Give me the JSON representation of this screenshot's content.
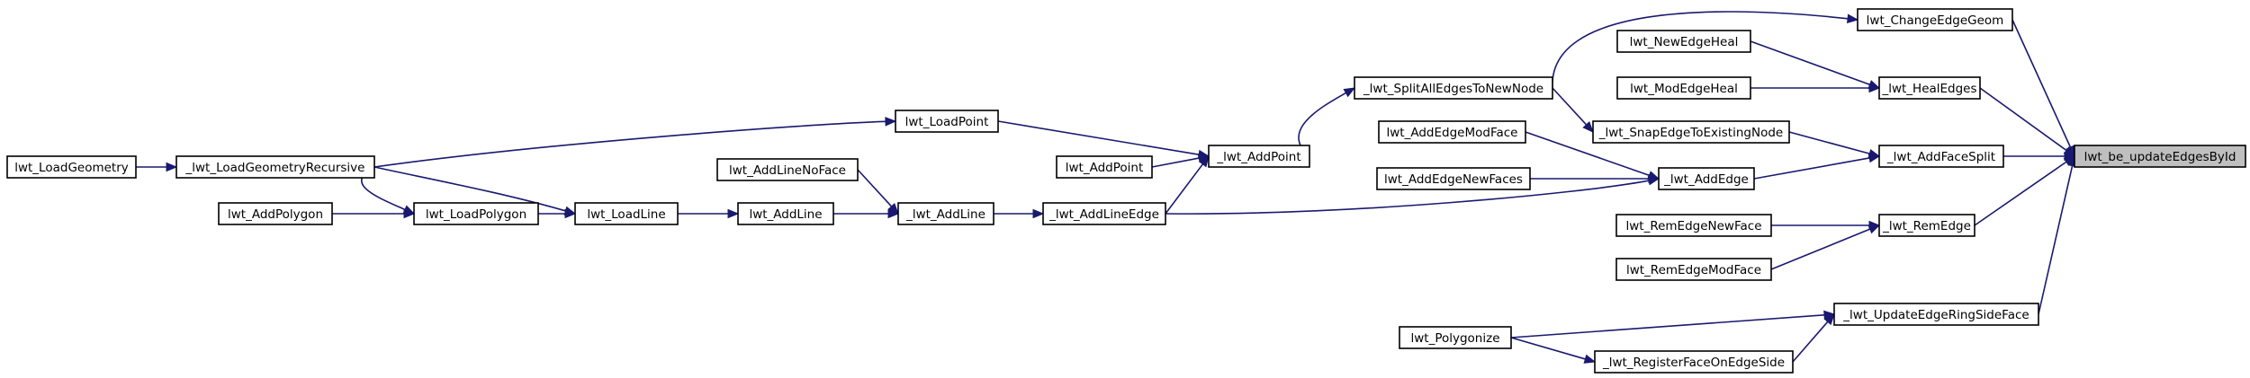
{
  "graph": {
    "title": "",
    "root": "lwt_be_updateEdgesById",
    "colors": {
      "edge": "#191970",
      "root_fill": "#bfbfbf",
      "node_fill": "#ffffff",
      "node_stroke": "#000000"
    },
    "nodes": [
      {
        "id": "lwt_be_updateEdgesById",
        "label": "lwt_be_updateEdgesById",
        "root": true
      },
      {
        "id": "_lwt_AddFaceSplit",
        "label": "_lwt_AddFaceSplit"
      },
      {
        "id": "_lwt_HealEdges",
        "label": "_lwt_HealEdges"
      },
      {
        "id": "_lwt_RemEdge",
        "label": "_lwt_RemEdge"
      },
      {
        "id": "_lwt_UpdateEdgeRingSideFace",
        "label": "_lwt_UpdateEdgeRingSideFace"
      },
      {
        "id": "lwt_ChangeEdgeGeom",
        "label": "lwt_ChangeEdgeGeom"
      },
      {
        "id": "lwt_NewEdgeHeal",
        "label": "lwt_NewEdgeHeal"
      },
      {
        "id": "lwt_ModEdgeHeal",
        "label": "lwt_ModEdgeHeal"
      },
      {
        "id": "_lwt_SplitAllEdgesToNewNode",
        "label": "_lwt_SplitAllEdgesToNewNode"
      },
      {
        "id": "_lwt_SnapEdgeToExistingNode",
        "label": "_lwt_SnapEdgeToExistingNode"
      },
      {
        "id": "_lwt_AddEdge",
        "label": "_lwt_AddEdge"
      },
      {
        "id": "lwt_AddEdgeModFace",
        "label": "lwt_AddEdgeModFace"
      },
      {
        "id": "lwt_AddEdgeNewFaces",
        "label": "lwt_AddEdgeNewFaces"
      },
      {
        "id": "lwt_RemEdgeNewFace",
        "label": "lwt_RemEdgeNewFace"
      },
      {
        "id": "lwt_RemEdgeModFace",
        "label": "lwt_RemEdgeModFace"
      },
      {
        "id": "_lwt_RegisterFaceOnEdgeSide",
        "label": "_lwt_RegisterFaceOnEdgeSide"
      },
      {
        "id": "lwt_Polygonize",
        "label": "lwt_Polygonize"
      },
      {
        "id": "_lwt_AddPoint",
        "label": "_lwt_AddPoint"
      },
      {
        "id": "lwt_AddPoint",
        "label": "lwt_AddPoint"
      },
      {
        "id": "_lwt_AddLineEdge",
        "label": "_lwt_AddLineEdge"
      },
      {
        "id": "_lwt_AddLine",
        "label": "_lwt_AddLine"
      },
      {
        "id": "lwt_AddLineNoFace",
        "label": "lwt_AddLineNoFace"
      },
      {
        "id": "lwt_AddLine",
        "label": "lwt_AddLine"
      },
      {
        "id": "lwt_LoadPoint",
        "label": "lwt_LoadPoint"
      },
      {
        "id": "lwt_LoadLine",
        "label": "lwt_LoadLine"
      },
      {
        "id": "lwt_LoadPolygon",
        "label": "lwt_LoadPolygon"
      },
      {
        "id": "_lwt_LoadGeometryRecursive",
        "label": "_lwt_LoadGeometryRecursive"
      },
      {
        "id": "lwt_AddPolygon",
        "label": "lwt_AddPolygon"
      },
      {
        "id": "lwt_LoadGeometry",
        "label": "lwt_LoadGeometry"
      }
    ],
    "edges": [
      {
        "from": "lwt_ChangeEdgeGeom",
        "to": "lwt_be_updateEdgesById"
      },
      {
        "from": "_lwt_HealEdges",
        "to": "lwt_be_updateEdgesById"
      },
      {
        "from": "_lwt_AddFaceSplit",
        "to": "lwt_be_updateEdgesById"
      },
      {
        "from": "_lwt_RemEdge",
        "to": "lwt_be_updateEdgesById"
      },
      {
        "from": "_lwt_UpdateEdgeRingSideFace",
        "to": "lwt_be_updateEdgesById"
      },
      {
        "from": "_lwt_SplitAllEdgesToNewNode",
        "to": "lwt_ChangeEdgeGeom"
      },
      {
        "from": "lwt_NewEdgeHeal",
        "to": "_lwt_HealEdges"
      },
      {
        "from": "lwt_ModEdgeHeal",
        "to": "_lwt_HealEdges"
      },
      {
        "from": "_lwt_SnapEdgeToExistingNode",
        "to": "_lwt_AddFaceSplit"
      },
      {
        "from": "_lwt_AddEdge",
        "to": "_lwt_AddFaceSplit"
      },
      {
        "from": "lwt_RemEdgeNewFace",
        "to": "_lwt_RemEdge"
      },
      {
        "from": "lwt_RemEdgeModFace",
        "to": "_lwt_RemEdge"
      },
      {
        "from": "lwt_Polygonize",
        "to": "_lwt_UpdateEdgeRingSideFace"
      },
      {
        "from": "_lwt_RegisterFaceOnEdgeSide",
        "to": "_lwt_UpdateEdgeRingSideFace"
      },
      {
        "from": "_lwt_SplitAllEdgesToNewNode",
        "to": "_lwt_SnapEdgeToExistingNode"
      },
      {
        "from": "_lwt_AddPoint",
        "to": "_lwt_SplitAllEdgesToNewNode"
      },
      {
        "from": "lwt_AddEdgeModFace",
        "to": "_lwt_AddEdge"
      },
      {
        "from": "lwt_AddEdgeNewFaces",
        "to": "_lwt_AddEdge"
      },
      {
        "from": "_lwt_AddLineEdge",
        "to": "_lwt_AddEdge"
      },
      {
        "from": "lwt_Polygonize",
        "to": "_lwt_RegisterFaceOnEdgeSide"
      },
      {
        "from": "lwt_LoadPoint",
        "to": "_lwt_AddPoint"
      },
      {
        "from": "lwt_AddPoint",
        "to": "_lwt_AddPoint"
      },
      {
        "from": "_lwt_AddLineEdge",
        "to": "_lwt_AddPoint"
      },
      {
        "from": "_lwt_AddLine",
        "to": "_lwt_AddLineEdge"
      },
      {
        "from": "lwt_AddLineNoFace",
        "to": "_lwt_AddLine"
      },
      {
        "from": "lwt_AddLine",
        "to": "_lwt_AddLine"
      },
      {
        "from": "_lwt_LoadGeometryRecursive",
        "to": "lwt_LoadPoint"
      },
      {
        "from": "lwt_LoadLine",
        "to": "lwt_AddLine"
      },
      {
        "from": "_lwt_LoadGeometryRecursive",
        "to": "lwt_LoadLine"
      },
      {
        "from": "lwt_LoadPolygon",
        "to": "lwt_LoadLine"
      },
      {
        "from": "_lwt_LoadGeometryRecursive",
        "to": "lwt_LoadPolygon"
      },
      {
        "from": "lwt_AddPolygon",
        "to": "lwt_LoadPolygon"
      },
      {
        "from": "lwt_LoadGeometry",
        "to": "_lwt_LoadGeometryRecursive"
      }
    ]
  }
}
